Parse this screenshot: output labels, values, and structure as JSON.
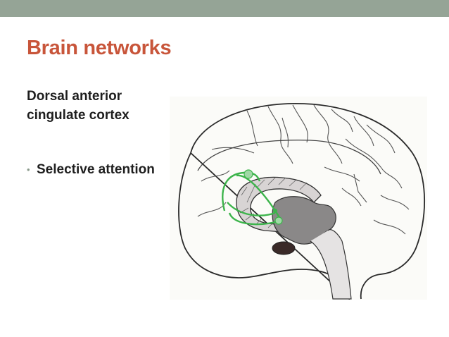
{
  "slide": {
    "title": "Brain networks",
    "subtitle": "Dorsal anterior cingulate cortex",
    "bullets": [
      {
        "text": "Selective attention"
      }
    ]
  },
  "figure": {
    "subject": "medial brain sagittal sketch with highlighted cingulate pathway",
    "highlight_color": "#3cb44b"
  },
  "theme": {
    "top_bar_color": "#95a496",
    "title_color": "#c8553a",
    "text_color": "#1e1e1e"
  }
}
